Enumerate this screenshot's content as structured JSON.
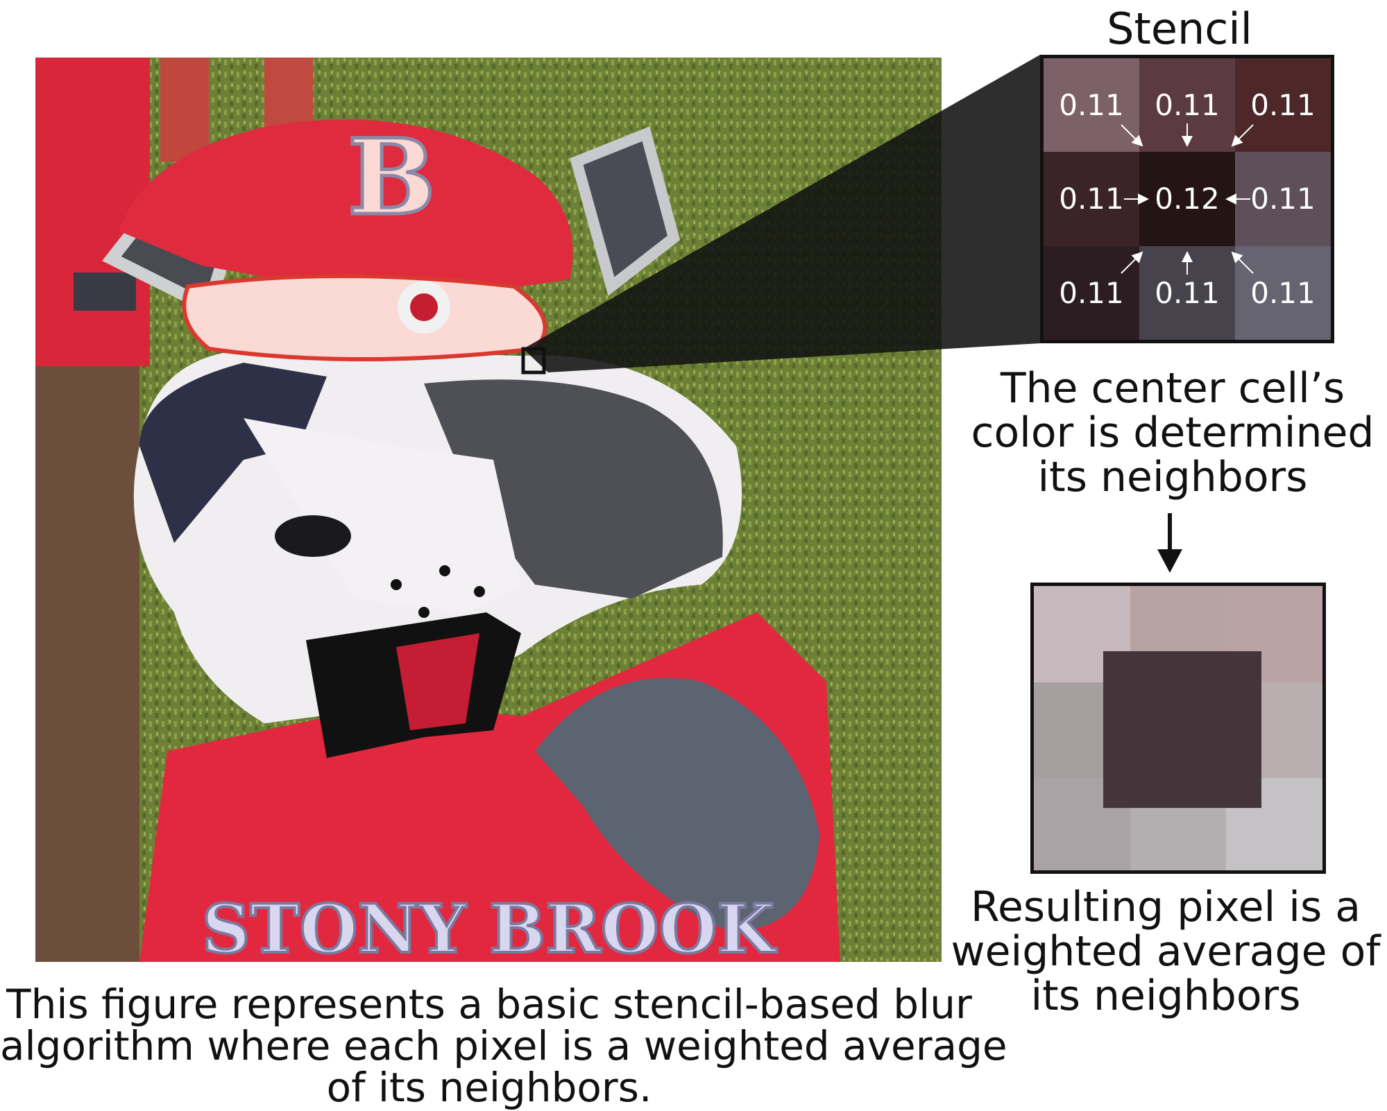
{
  "stencil": {
    "title": "Stencil",
    "cells": [
      {
        "value": "0.11",
        "color": "#7d6168"
      },
      {
        "value": "0.11",
        "color": "#5b3a41"
      },
      {
        "value": "0.11",
        "color": "#4e2829"
      },
      {
        "value": "0.11",
        "color": "#3a2428"
      },
      {
        "value": "0.12",
        "color": "#241414"
      },
      {
        "value": "0.11",
        "color": "#5e4f5a"
      },
      {
        "value": "0.11",
        "color": "#2c1d22"
      },
      {
        "value": "0.11",
        "color": "#46434d"
      },
      {
        "value": "0.11",
        "color": "#666470"
      }
    ]
  },
  "captions": {
    "center_cell": [
      "The center cell’s",
      "color is determined",
      "its neighbors"
    ],
    "result": [
      "Resulting pixel is a",
      "weighted average of",
      "its neighbors"
    ],
    "figure": [
      "This figure represents a basic stencil-based blur",
      "algorithm where each pixel is a weighted average",
      "of its neighbors."
    ]
  },
  "photo": {
    "cap_letter": "B",
    "shirt_text": "STONY BROOK"
  },
  "result": {
    "cells": [
      "#c7b9bd",
      "#b8a3a4",
      "#b9a3a4",
      "#a69e9f",
      "",
      "#b9afb0",
      "#a9a3a5",
      "#b3afb1",
      "#c4c2c4"
    ],
    "center_color": "#45353b"
  }
}
